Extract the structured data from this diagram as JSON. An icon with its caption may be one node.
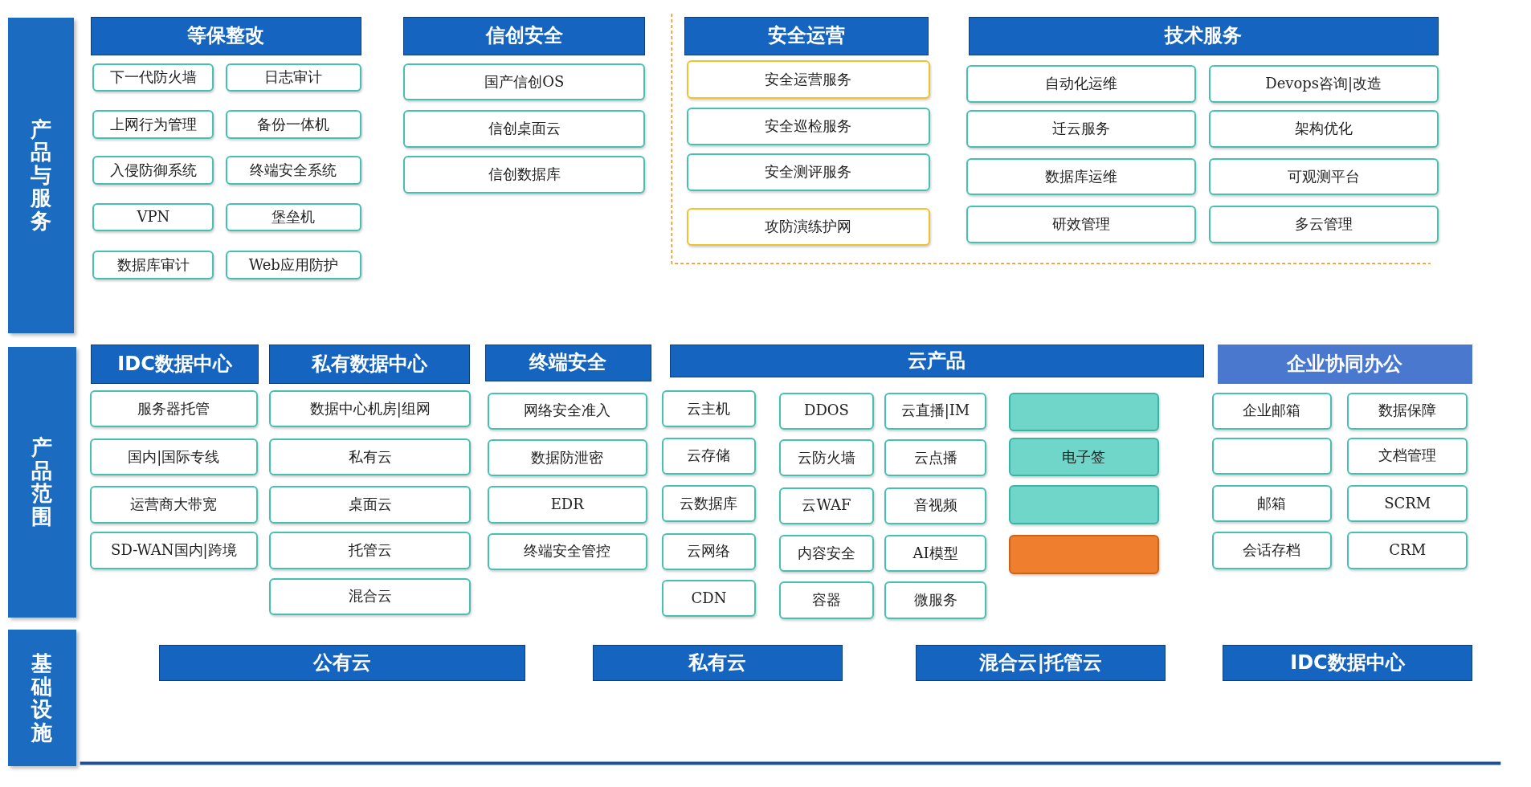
{
  "diagram": {
    "nodes": [
      {
        "text": [
          "产品与服务"
        ]
      },
      {
        "text": [
          "等保整改"
        ]
      },
      {
        "text": [
          "下一代防火墙"
        ]
      },
      {
        "text": [
          "日志审计"
        ]
      },
      {
        "text": [
          "上网行为管理"
        ]
      },
      {
        "text": [
          "备份一体机"
        ]
      },
      {
        "text": [
          "入侵防御系统"
        ]
      },
      {
        "text": [
          "终端安全系统"
        ]
      },
      {
        "text": [
          "VPN"
        ]
      },
      {
        "text": [
          "堡垒机"
        ]
      },
      {
        "text": [
          "数据库审计"
        ]
      },
      {
        "text": [
          "Web应用防护"
        ]
      },
      {
        "text": [
          "信创安全"
        ]
      },
      {
        "text": [
          "国产信创OS"
        ]
      },
      {
        "text": [
          "信创桌面云"
        ]
      },
      {
        "text": [
          "信创数据库"
        ]
      },
      {
        "text": [
          "安全运营"
        ]
      },
      {
        "text": [
          "安全运营服务"
        ]
      },
      {
        "text": [
          "安全巡检服务"
        ]
      },
      {
        "text": [
          "安全测评服务"
        ]
      },
      {
        "text": [
          "攻防演练护网"
        ]
      },
      {
        "text": [
          "技术服务"
        ]
      },
      {
        "text": [
          "自动化运维"
        ]
      },
      {
        "text": [
          "Devops咨询|改造"
        ]
      },
      {
        "text": [
          "迁云服务"
        ]
      },
      {
        "text": [
          "架构优化"
        ]
      },
      {
        "text": [
          "数据库运维"
        ]
      },
      {
        "text": [
          "可观测平台"
        ]
      },
      {
        "text": [
          "研效管理"
        ]
      },
      {
        "text": [
          "多云管理"
        ]
      },
      {
        "text": [
          "产品范围"
        ]
      },
      {
        "text": [
          "IDC数据中心"
        ]
      },
      {
        "text": [
          "服务器托管"
        ]
      },
      {
        "text": [
          "国内|国际专线"
        ]
      },
      {
        "text": [
          "运营商大带宽"
        ]
      },
      {
        "text": [
          "SD-WAN国内|跨境"
        ]
      },
      {
        "text": [
          "私有数据中心"
        ]
      },
      {
        "text": [
          "数据中心机房|组网"
        ]
      },
      {
        "text": [
          "私有云"
        ]
      },
      {
        "text": [
          "桌面云"
        ]
      },
      {
        "text": [
          "托管云"
        ]
      },
      {
        "text": [
          "混合云"
        ]
      },
      {
        "text": [
          "终端安全"
        ]
      },
      {
        "text": [
          "网络安全准入"
        ]
      },
      {
        "text": [
          "数据防泄密"
        ]
      },
      {
        "text": [
          "EDR"
        ]
      },
      {
        "text": [
          "终端安全管控"
        ]
      },
      {
        "text": [
          "云产品"
        ]
      },
      {
        "text": [
          "云主机"
        ]
      },
      {
        "text": [
          "云存储"
        ]
      },
      {
        "text": [
          "云数据库"
        ]
      },
      {
        "text": [
          "云网络"
        ]
      },
      {
        "text": [
          "CDN"
        ]
      },
      {
        "text": [
          "DDOS"
        ]
      },
      {
        "text": [
          "云防火墙"
        ]
      },
      {
        "text": [
          "云WAF"
        ]
      },
      {
        "text": [
          "内容安全"
        ]
      },
      {
        "text": [
          "容器"
        ]
      },
      {
        "text": [
          "云直播|IM"
        ]
      },
      {
        "text": [
          "云点播"
        ]
      },
      {
        "text": [
          "音视频"
        ]
      },
      {
        "text": [
          "AI模型"
        ]
      },
      {
        "text": [
          "微服务"
        ]
      },
      {
        "text": [],
        "shape": "box"
      },
      {
        "text": [
          "电子签"
        ]
      },
      {
        "text": [],
        "shape": "box"
      },
      {
        "text": [],
        "shape": "box"
      },
      {
        "text": [
          "企业协同办公"
        ]
      },
      {
        "text": [
          "企业邮箱"
        ]
      },
      {
        "text": [
          "数据保障"
        ]
      },
      {
        "text": [],
        "shape": "box"
      },
      {
        "text": [
          "文档管理"
        ]
      },
      {
        "text": [
          "邮箱"
        ]
      },
      {
        "text": [
          "SCRM"
        ]
      },
      {
        "text": [
          "会话存档"
        ]
      },
      {
        "text": [
          "CRM"
        ]
      },
      {
        "text": [
          "基础设施"
        ]
      },
      {
        "text": [
          "公有云"
        ]
      },
      {
        "text": [
          "私有云"
        ]
      },
      {
        "text": [
          "混合云|托管云"
        ]
      },
      {
        "text": [
          "IDC数据中心"
        ]
      }
    ]
  }
}
